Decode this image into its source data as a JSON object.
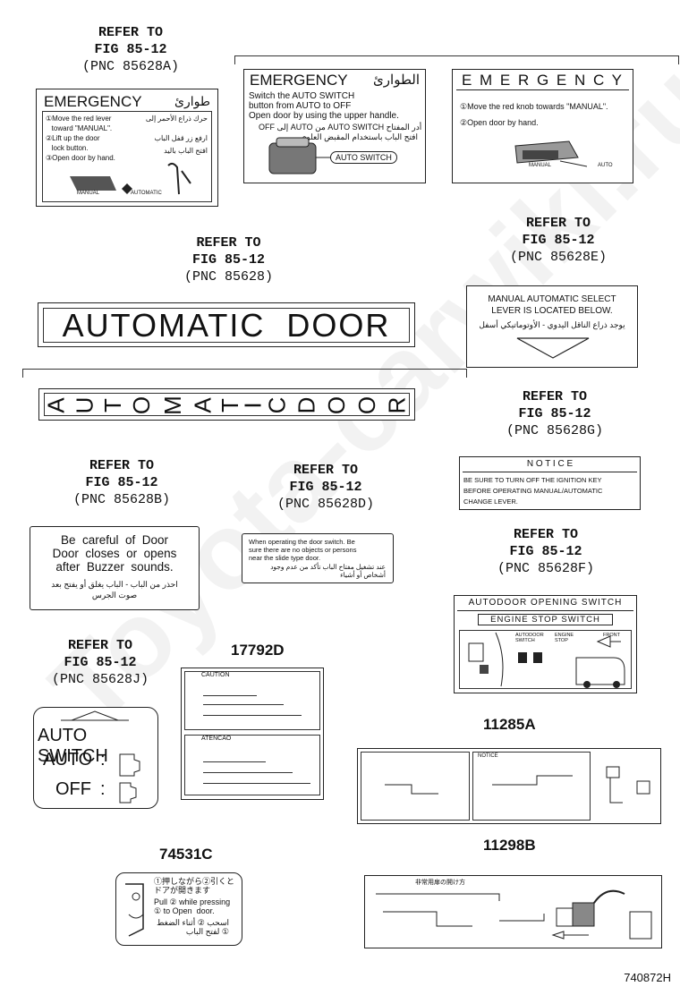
{
  "watermark": "Toyota-carwiki.ru",
  "labels": {
    "a": {
      "ref": "REFER TO",
      "fig": "FIG 85-12",
      "pnc": "(PNC 85628A)",
      "title": "EMERGENCY",
      "title_ar": "طوارئ",
      "step1": "①Move the red lever\n   toward \"MANUAL\".",
      "step2": "②Lift up the door\n   lock button.",
      "step3": "③Open door by hand.",
      "ar1": "حرك ذراع الأحمر إلى",
      "ar2": "ارفع زر قفل الباب",
      "ar3": "افتح الباب باليد",
      "manual": "MANUAL",
      "auto": "AUTOMATIC"
    },
    "a2": {
      "title": "EMERGENCY",
      "title_ar": "الطوارئ",
      "text": "Switch the AUTO SWITCH\nbutton from AUTO to OFF\nOpen door by using the upper handle.",
      "text2": "OFF  إلى  AUTO  من  AUTO SWITCH  أدر المفتاح",
      "text3": "افتح الباب باستخدام المقبض العلوي",
      "button": "AUTO SWITCH"
    },
    "a3": {
      "title": "E M E R G E N C Y",
      "step1": "①Move the red knob towards \"MANUAL\".",
      "step2": "②Open door by hand.",
      "manual": "MANUAL",
      "auto": "AUTO"
    },
    "b": {
      "ref": "REFER TO",
      "fig": "FIG 85-12",
      "pnc": "(PNC 85628)",
      "text": "AUTOMATIC  DOOR"
    },
    "vertical": {
      "text": "AUTOMATIC DOOR"
    },
    "e": {
      "ref": "REFER TO",
      "fig": "FIG 85-12",
      "pnc": "(PNC 85628E)",
      "text": "MANUAL AUTOMATIC SELECT\nLEVER IS LOCATED BELOW.",
      "ar": "يوجد ذراع الناقل اليدوي - الأوتوماتيكي أسفل"
    },
    "g": {
      "ref": "REFER TO",
      "fig": "FIG 85-12",
      "pnc": "(PNC 85628G)",
      "title": "N O T I C E",
      "text": "BE SURE TO TURN OFF THE IGNITION KEY\nBEFORE OPERATING MANUAL/AUTOMATIC\nCHANGE LEVER."
    },
    "bb": {
      "ref": "REFER TO",
      "fig": "FIG 85-12",
      "pnc": "(PNC 85628B)",
      "text": "Be  careful  of  Door\nDoor  closes  or  opens\nafter  Buzzer  sounds.",
      "ar": "احذر من الباب - الباب يغلق أو يفتح بعد\nصوت الجرس"
    },
    "d": {
      "ref": "REFER TO",
      "fig": "FIG 85-12",
      "pnc": "(PNC 85628D)",
      "text": "When operating the door switch. Be\nsure there are no objects or persons\nnear the slide type door.",
      "ar": "عند تشغيل مفتاح الباب تأكد من عدم وجود\nأشخاص أو أشياء"
    },
    "f": {
      "ref": "REFER TO",
      "fig": "FIG 85-12",
      "pnc": "(PNC 85628F)",
      "title": "AUTODOOR OPENING SWITCH",
      "sub": "ENGINE STOP SWITCH",
      "s1": "AUTODOOR\nSWITCH",
      "s2": "ENGINE\nSTOP",
      "front": "FRONT"
    },
    "j": {
      "ref": "REFER TO",
      "fig": "FIG 85-12",
      "pnc": "(PNC 85628J)",
      "title": "AUTO SWITCH",
      "auto": "AUTO",
      "off": "OFF",
      "colon": ":"
    },
    "k17792": {
      "code": "17792D",
      "caution": "CAUTION",
      "atencao": "ATENCAO"
    },
    "k11285": {
      "code": "11285A",
      "notice": "NOTICE"
    },
    "k74531": {
      "code": "74531C",
      "jp": "①押しながら②引くと\nドアが開きます",
      "en": "Pull ② while pressing\n① to Open  door.",
      "ar": "اسحب ② أثناء الضغط\n① لفتح الباب"
    },
    "k11298": {
      "code": "11298B",
      "jp": "非常用扉の開け方"
    },
    "footer": "740872H"
  }
}
